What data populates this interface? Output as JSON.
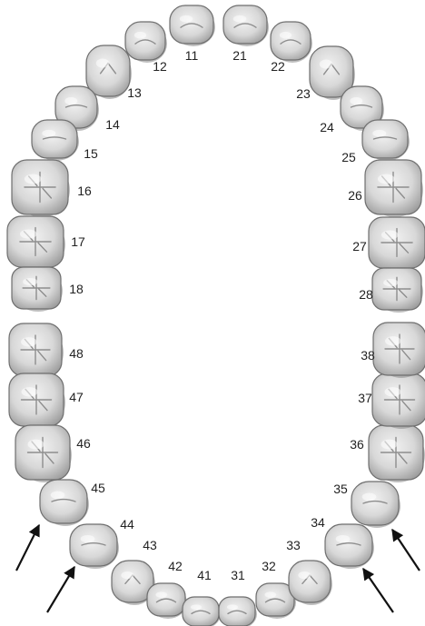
{
  "diagram": {
    "teeth": [
      {
        "id": "t11",
        "label": "11",
        "kind": "incisor"
      },
      {
        "id": "t12",
        "label": "12",
        "kind": "incisor"
      },
      {
        "id": "t13",
        "label": "13",
        "kind": "canine"
      },
      {
        "id": "t14",
        "label": "14",
        "kind": "premolar"
      },
      {
        "id": "t15",
        "label": "15",
        "kind": "premolar"
      },
      {
        "id": "t16",
        "label": "16",
        "kind": "molar"
      },
      {
        "id": "t17",
        "label": "17",
        "kind": "molar"
      },
      {
        "id": "t18",
        "label": "18",
        "kind": "molar"
      },
      {
        "id": "t21",
        "label": "21",
        "kind": "incisor"
      },
      {
        "id": "t22",
        "label": "22",
        "kind": "incisor"
      },
      {
        "id": "t23",
        "label": "23",
        "kind": "canine"
      },
      {
        "id": "t24",
        "label": "24",
        "kind": "premolar"
      },
      {
        "id": "t25",
        "label": "25",
        "kind": "premolar"
      },
      {
        "id": "t26",
        "label": "26",
        "kind": "molar"
      },
      {
        "id": "t27",
        "label": "27",
        "kind": "molar"
      },
      {
        "id": "t28",
        "label": "28",
        "kind": "molar"
      },
      {
        "id": "t48",
        "label": "48",
        "kind": "molar"
      },
      {
        "id": "t47",
        "label": "47",
        "kind": "molar"
      },
      {
        "id": "t46",
        "label": "46",
        "kind": "molar"
      },
      {
        "id": "t45",
        "label": "45",
        "kind": "premolar"
      },
      {
        "id": "t44",
        "label": "44",
        "kind": "premolar"
      },
      {
        "id": "t43",
        "label": "43",
        "kind": "canine"
      },
      {
        "id": "t42",
        "label": "42",
        "kind": "incisor"
      },
      {
        "id": "t41",
        "label": "41",
        "kind": "incisor"
      },
      {
        "id": "t31",
        "label": "31",
        "kind": "incisor"
      },
      {
        "id": "t32",
        "label": "32",
        "kind": "incisor"
      },
      {
        "id": "t33",
        "label": "33",
        "kind": "canine"
      },
      {
        "id": "t34",
        "label": "34",
        "kind": "premolar"
      },
      {
        "id": "t35",
        "label": "35",
        "kind": "premolar"
      },
      {
        "id": "t36",
        "label": "36",
        "kind": "molar"
      },
      {
        "id": "t37",
        "label": "37",
        "kind": "molar"
      },
      {
        "id": "t38",
        "label": "38",
        "kind": "molar"
      }
    ],
    "arrows": [
      {
        "id": "arrow-1",
        "points_to": "45"
      },
      {
        "id": "arrow-2",
        "points_to": "44"
      },
      {
        "id": "arrow-3",
        "points_to": "34"
      },
      {
        "id": "arrow-4",
        "points_to": "35"
      }
    ]
  },
  "colors": {
    "tooth_fill": "#d6d6d6",
    "tooth_stroke": "#6e6e6e",
    "tooth_shadow": "#8a8a8a",
    "tooth_groove": "#8d8d8d",
    "label": "#222222",
    "arrow": "#111111"
  }
}
